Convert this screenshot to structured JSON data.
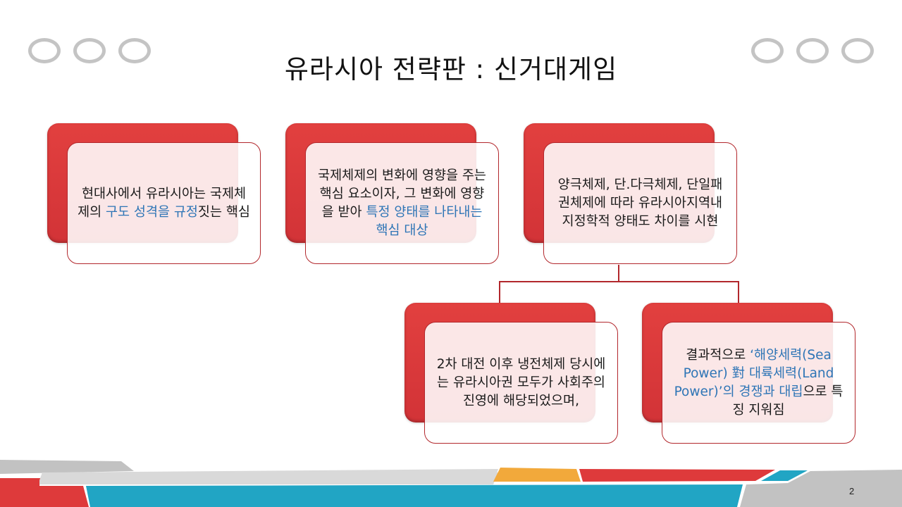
{
  "slide": {
    "title": "유라시아 전략판 : 신거대게임",
    "page_number": "2"
  },
  "colors": {
    "card_red": "#dc3a3c",
    "card_border": "#b2272c",
    "highlight_blue": "#2e75b6",
    "oval_gray": "#c4c4c4",
    "band_gray_dark": "#c2c2c2",
    "band_gray_light": "#d9d9d9",
    "band_red": "#de3a3b",
    "band_teal": "#21a5c4",
    "band_orange": "#f2a93b"
  },
  "cards": [
    {
      "id": "card-1",
      "segments": [
        {
          "text": "현대사에서 유라시아는 국제체제의 ",
          "highlight": false
        },
        {
          "text": "구도 성격을 규정",
          "highlight": true
        },
        {
          "text": "짓는 핵심",
          "highlight": false
        }
      ]
    },
    {
      "id": "card-2",
      "segments": [
        {
          "text": "국제체제의 변화에 영향을 주는 핵심 요소이자, 그 변화에 영향을 받아 ",
          "highlight": false
        },
        {
          "text": "특정 양태를 나타내는 핵심 대상",
          "highlight": true
        }
      ]
    },
    {
      "id": "card-3",
      "segments": [
        {
          "text": "양극체제, 단.다극체제, 단일패권체제에 따라 유라시아지역내 지정학적 양태도 차이를 시현",
          "highlight": false
        }
      ]
    },
    {
      "id": "card-4",
      "segments": [
        {
          "text": "2차 대전 이후 냉전체제 당시에는 유라시아권 모두가 사회주의 진영에 해당되었으며,",
          "highlight": false
        }
      ]
    },
    {
      "id": "card-5",
      "segments": [
        {
          "text": "결과적으로 ",
          "highlight": false
        },
        {
          "text": "‘해양세력(Sea Power) 對 대륙세력(Land Power)’의 경쟁과 대립",
          "highlight": true
        },
        {
          "text": "으로 특징 지워짐",
          "highlight": false
        }
      ]
    }
  ]
}
